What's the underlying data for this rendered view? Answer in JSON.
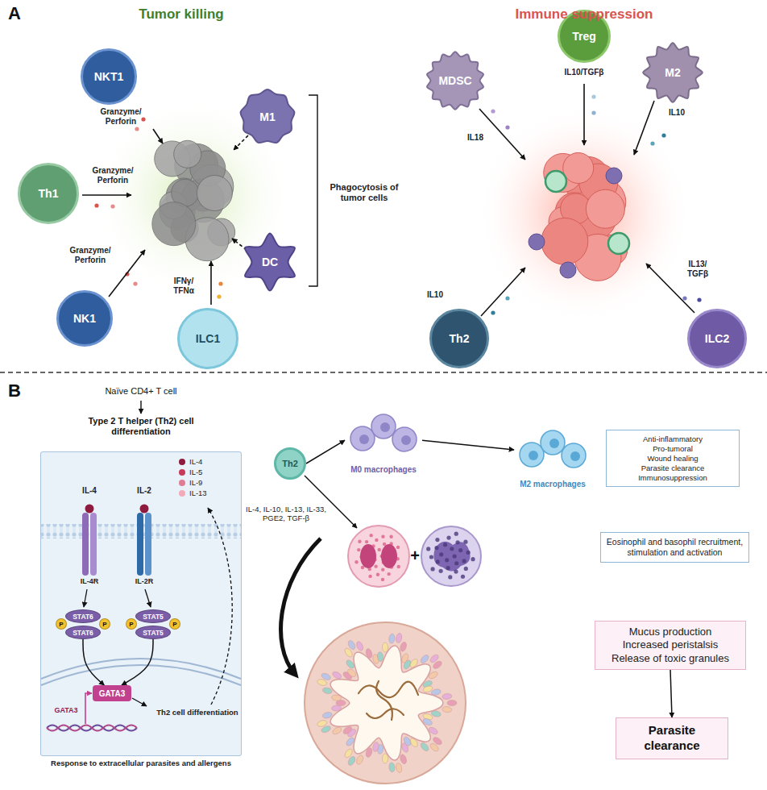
{
  "diagram": {
    "nodes": [
      {
        "text": [
          "NKT1"
        ]
      },
      {
        "text": [
          "Th1"
        ]
      },
      {
        "text": [
          "NK1"
        ]
      },
      {
        "text": [
          "ILC1"
        ]
      },
      {
        "text": [
          "M1"
        ]
      },
      {
        "text": [
          "DC"
        ]
      },
      {
        "text": [
          "MDSC"
        ]
      },
      {
        "text": [
          "Treg"
        ]
      },
      {
        "text": [
          "M2"
        ]
      },
      {
        "text": [
          "Th2"
        ]
      },
      {
        "text": [
          "ILC2"
        ]
      },
      {
        "text": [
          "Response to extracellular parasites and allergens"
        ]
      },
      {
        "text": [
          "STAT6"
        ],
        "in": 11
      },
      {
        "text": [
          "STAT6"
        ],
        "in": 11
      },
      {
        "text": [
          "STAT5"
        ],
        "in": 11
      },
      {
        "text": [
          "STAT5"
        ],
        "in": 11
      },
      {
        "text": [
          "P"
        ],
        "in": 11
      },
      {
        "text": [
          "P"
        ],
        "in": 11
      },
      {
        "text": [
          "P"
        ],
        "in": 11
      },
      {
        "text": [
          "P"
        ],
        "in": 11
      },
      {
        "text": [
          "GATA3"
        ],
        "in": 11
      },
      {
        "text": [
          "Th2"
        ]
      },
      {
        "text": [
          "M0 macrophages"
        ]
      },
      {
        "text": [
          "M2 macrophages"
        ]
      },
      {
        "text": [
          "Anti-inflammatory",
          "Pro-tumoral",
          "Wound healing",
          "Parasite clearance",
          "Immunosuppression"
        ]
      },
      {
        "text": [
          "Eosinophil and basophil recruitment, stimulation and activation"
        ]
      },
      {
        "text": [
          "Mucus production",
          "Increased peristalsis",
          "Release of toxic granules"
        ]
      },
      {
        "text": [
          "Parasite clearance"
        ]
      }
    ],
    "edges": [
      {
        "from": 13,
        "to": 20,
        "arrow": "to"
      },
      {
        "from": 15,
        "to": 20,
        "arrow": "to"
      },
      {
        "from": 21,
        "to": 22,
        "arrow": "to"
      },
      {
        "from": 22,
        "to": 23,
        "arrow": "to"
      },
      {
        "from": 26,
        "to": 27,
        "arrow": "to"
      }
    ],
    "labels": [
      "A",
      "Tumor killing",
      "Immune suppression",
      "Granzyme/ Perforin",
      "Granzyme/ Perforin",
      "Granzyme/ Perforin",
      "IFNγ/ TFNα",
      "Phagocytosis of tumor cells",
      "IL18",
      "IL10/TGFβ",
      "IL10",
      "IL10",
      "IL13/ TGFβ",
      "B",
      "Naïve CD4+ T cell",
      "Type 2 T helper (Th2) cell differentiation",
      "IL-4",
      "IL-2",
      "IL-4R",
      "IL-2R",
      "GATA3",
      "Th2 cell differentiation",
      "IL-4, IL-10, IL-13, IL-33, PGE2, TGF-β",
      "+"
    ],
    "legend": [
      {
        "text": "IL-4",
        "color": "#8e1b3e"
      },
      {
        "text": "IL-5",
        "color": "#c73a5a"
      },
      {
        "text": "IL-9",
        "color": "#e07d95"
      },
      {
        "text": "IL-13",
        "color": "#f2aabb"
      }
    ]
  }
}
